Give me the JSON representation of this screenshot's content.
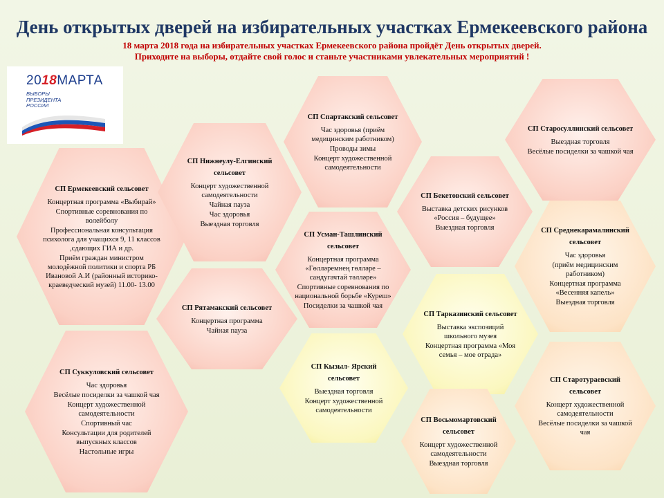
{
  "header": {
    "title": "День открытых дверей на избирательных участках Ермекеевского района",
    "line1": "18 марта 2018 года на избирательных участках Ермекеевского района  пройдёт День открытых дверей.",
    "line2": "Приходите на выборы, отдайте свой голос и станьте  участниками увлекательных мероприятий !"
  },
  "logo": {
    "year_left": "20",
    "year_accent": "18",
    "month": "МАРТА",
    "caption1": "ВЫБОРЫ",
    "caption2": "ПРЕЗИДЕНТА",
    "caption3": "РОССИИ",
    "flag_colors": [
      "#ffffff",
      "#1c56b7",
      "#d61f26"
    ]
  },
  "councils": [
    {
      "name": "СП Ермекеевский сельсовет",
      "lines": [
        "Концертная программа «Выбирай»",
        "Спортивные соревнования  по волейболу",
        "Профессиональная консультация психолога  для учащихся 9, 11 классов ,сдающих  ГИА и др.",
        "Приём граждан министром молодёжной политики и спорта РБ Ивановой А.И (районный историко-краеведческий музей) 11.00- 13.00"
      ]
    },
    {
      "name": "СП Нижнеулу-Елгинский сельсовет",
      "lines": [
        "Концерт художественной самодеятельности",
        "Чайная пауза",
        "Час здоровья",
        "Выездная торговля"
      ]
    },
    {
      "name": "СП Спартакский сельсовет",
      "lines": [
        "Час здоровья (приём медицинским работником)",
        "Проводы зимы",
        "Концерт художественной самодеятельности"
      ]
    },
    {
      "name": "СП Старосуллинский сельсовет",
      "lines": [
        "Выездная торговля",
        "Весёлые посиделки за чашкой чая"
      ]
    },
    {
      "name": "СП  Бекетовский сельсовет",
      "lines": [
        "Выставка детских рисунков «Россия – будущее»",
        "Выездная торговля"
      ]
    },
    {
      "name": "СП Усман-Ташлинский сельсовет",
      "lines": [
        "Концертная программа «Гөлләремнең гөлләре – сандугачтай тәлләре»",
        "Спортивные соревнования по национальной борьбе «Куреш»",
        "Посиделки за чашкой чая"
      ]
    },
    {
      "name": "СП Среднекарамалинский сельсовет",
      "lines": [
        "Час здоровья",
        "(приём медицинским работником)",
        "Концертная программа «Весенняя капель»",
        "Выездная  торговля"
      ]
    },
    {
      "name": "СП  Рятамакский сельсовет",
      "lines": [
        "Концертная программа",
        "Чайная пауза"
      ]
    },
    {
      "name": "СП Тарказинский сельсовет",
      "lines": [
        "Выставка экспозиций школьного музея",
        "Концертная программа «Моя семья – мое отрада»"
      ]
    },
    {
      "name": "СП Суккуловский сельсовет",
      "lines": [
        "Час здоровья",
        "Весёлые  посиделки за чашкой чая",
        "Концерт художественной самодеятельности",
        "Спортивный час",
        "Консультации для родителей выпускных классов",
        "Настольные  игры"
      ]
    },
    {
      "name": "СП Кызыл- Ярский сельсовет",
      "lines": [
        "Выездная торговля",
        "Концерт художественной самодеятельности"
      ]
    },
    {
      "name": "СП Старотураевский сельсовет",
      "lines": [
        "Концерт художественной самодеятельности",
        "Весёлые посиделки за чашкой чая"
      ]
    },
    {
      "name": "СП Восьмомартовский сельсовет",
      "lines": [
        "Концерт художественной самодеятельности",
        "Выездная  торговля"
      ]
    }
  ]
}
